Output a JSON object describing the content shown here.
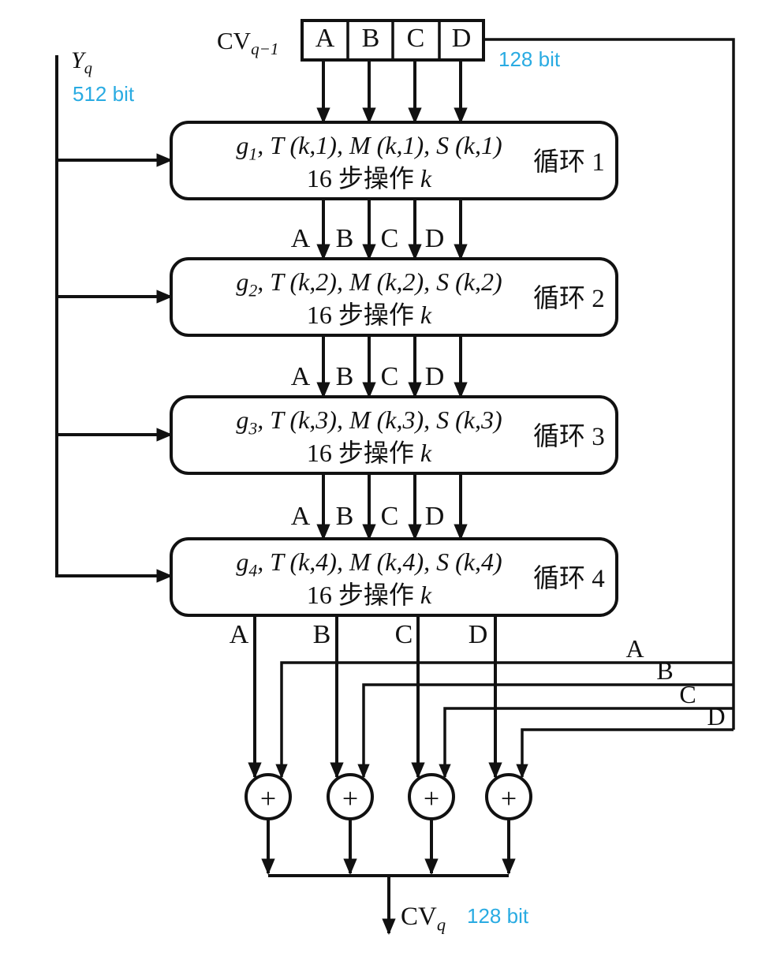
{
  "colors": {
    "line": "#111111",
    "accent": "#29abe2",
    "background": "#ffffff"
  },
  "letters": [
    "A",
    "B",
    "C",
    "D"
  ],
  "top": {
    "cv_label_base": "CV",
    "cv_label_sub": "q−1",
    "bit_width": "128 bit"
  },
  "left": {
    "y_label_base": "Y",
    "y_label_sub": "q",
    "bit_width": "512 bit"
  },
  "rounds": [
    {
      "g_base": "g",
      "g_sub": "1",
      "formula_rest": ", T (k,1), M (k,1), S (k,1)",
      "steps_prefix": "16 步操作 ",
      "steps_var": "k",
      "loop_label": "循环 1"
    },
    {
      "g_base": "g",
      "g_sub": "2",
      "formula_rest": ", T (k,2), M (k,2), S (k,2)",
      "steps_prefix": "16 步操作 ",
      "steps_var": "k",
      "loop_label": "循环 2"
    },
    {
      "g_base": "g",
      "g_sub": "3",
      "formula_rest": ", T (k,3), M (k,3), S (k,3)",
      "steps_prefix": "16 步操作 ",
      "steps_var": "k",
      "loop_label": "循环 3"
    },
    {
      "g_base": "g",
      "g_sub": "4",
      "formula_rest": ", T (k,4), M (k,4), S (k,4)",
      "steps_prefix": "16 步操作 ",
      "steps_var": "k",
      "loop_label": "循环 4"
    }
  ],
  "adder_symbol": "+",
  "bottom": {
    "cv_label_base": "CV",
    "cv_label_sub": "q",
    "bit_width": "128 bit"
  }
}
